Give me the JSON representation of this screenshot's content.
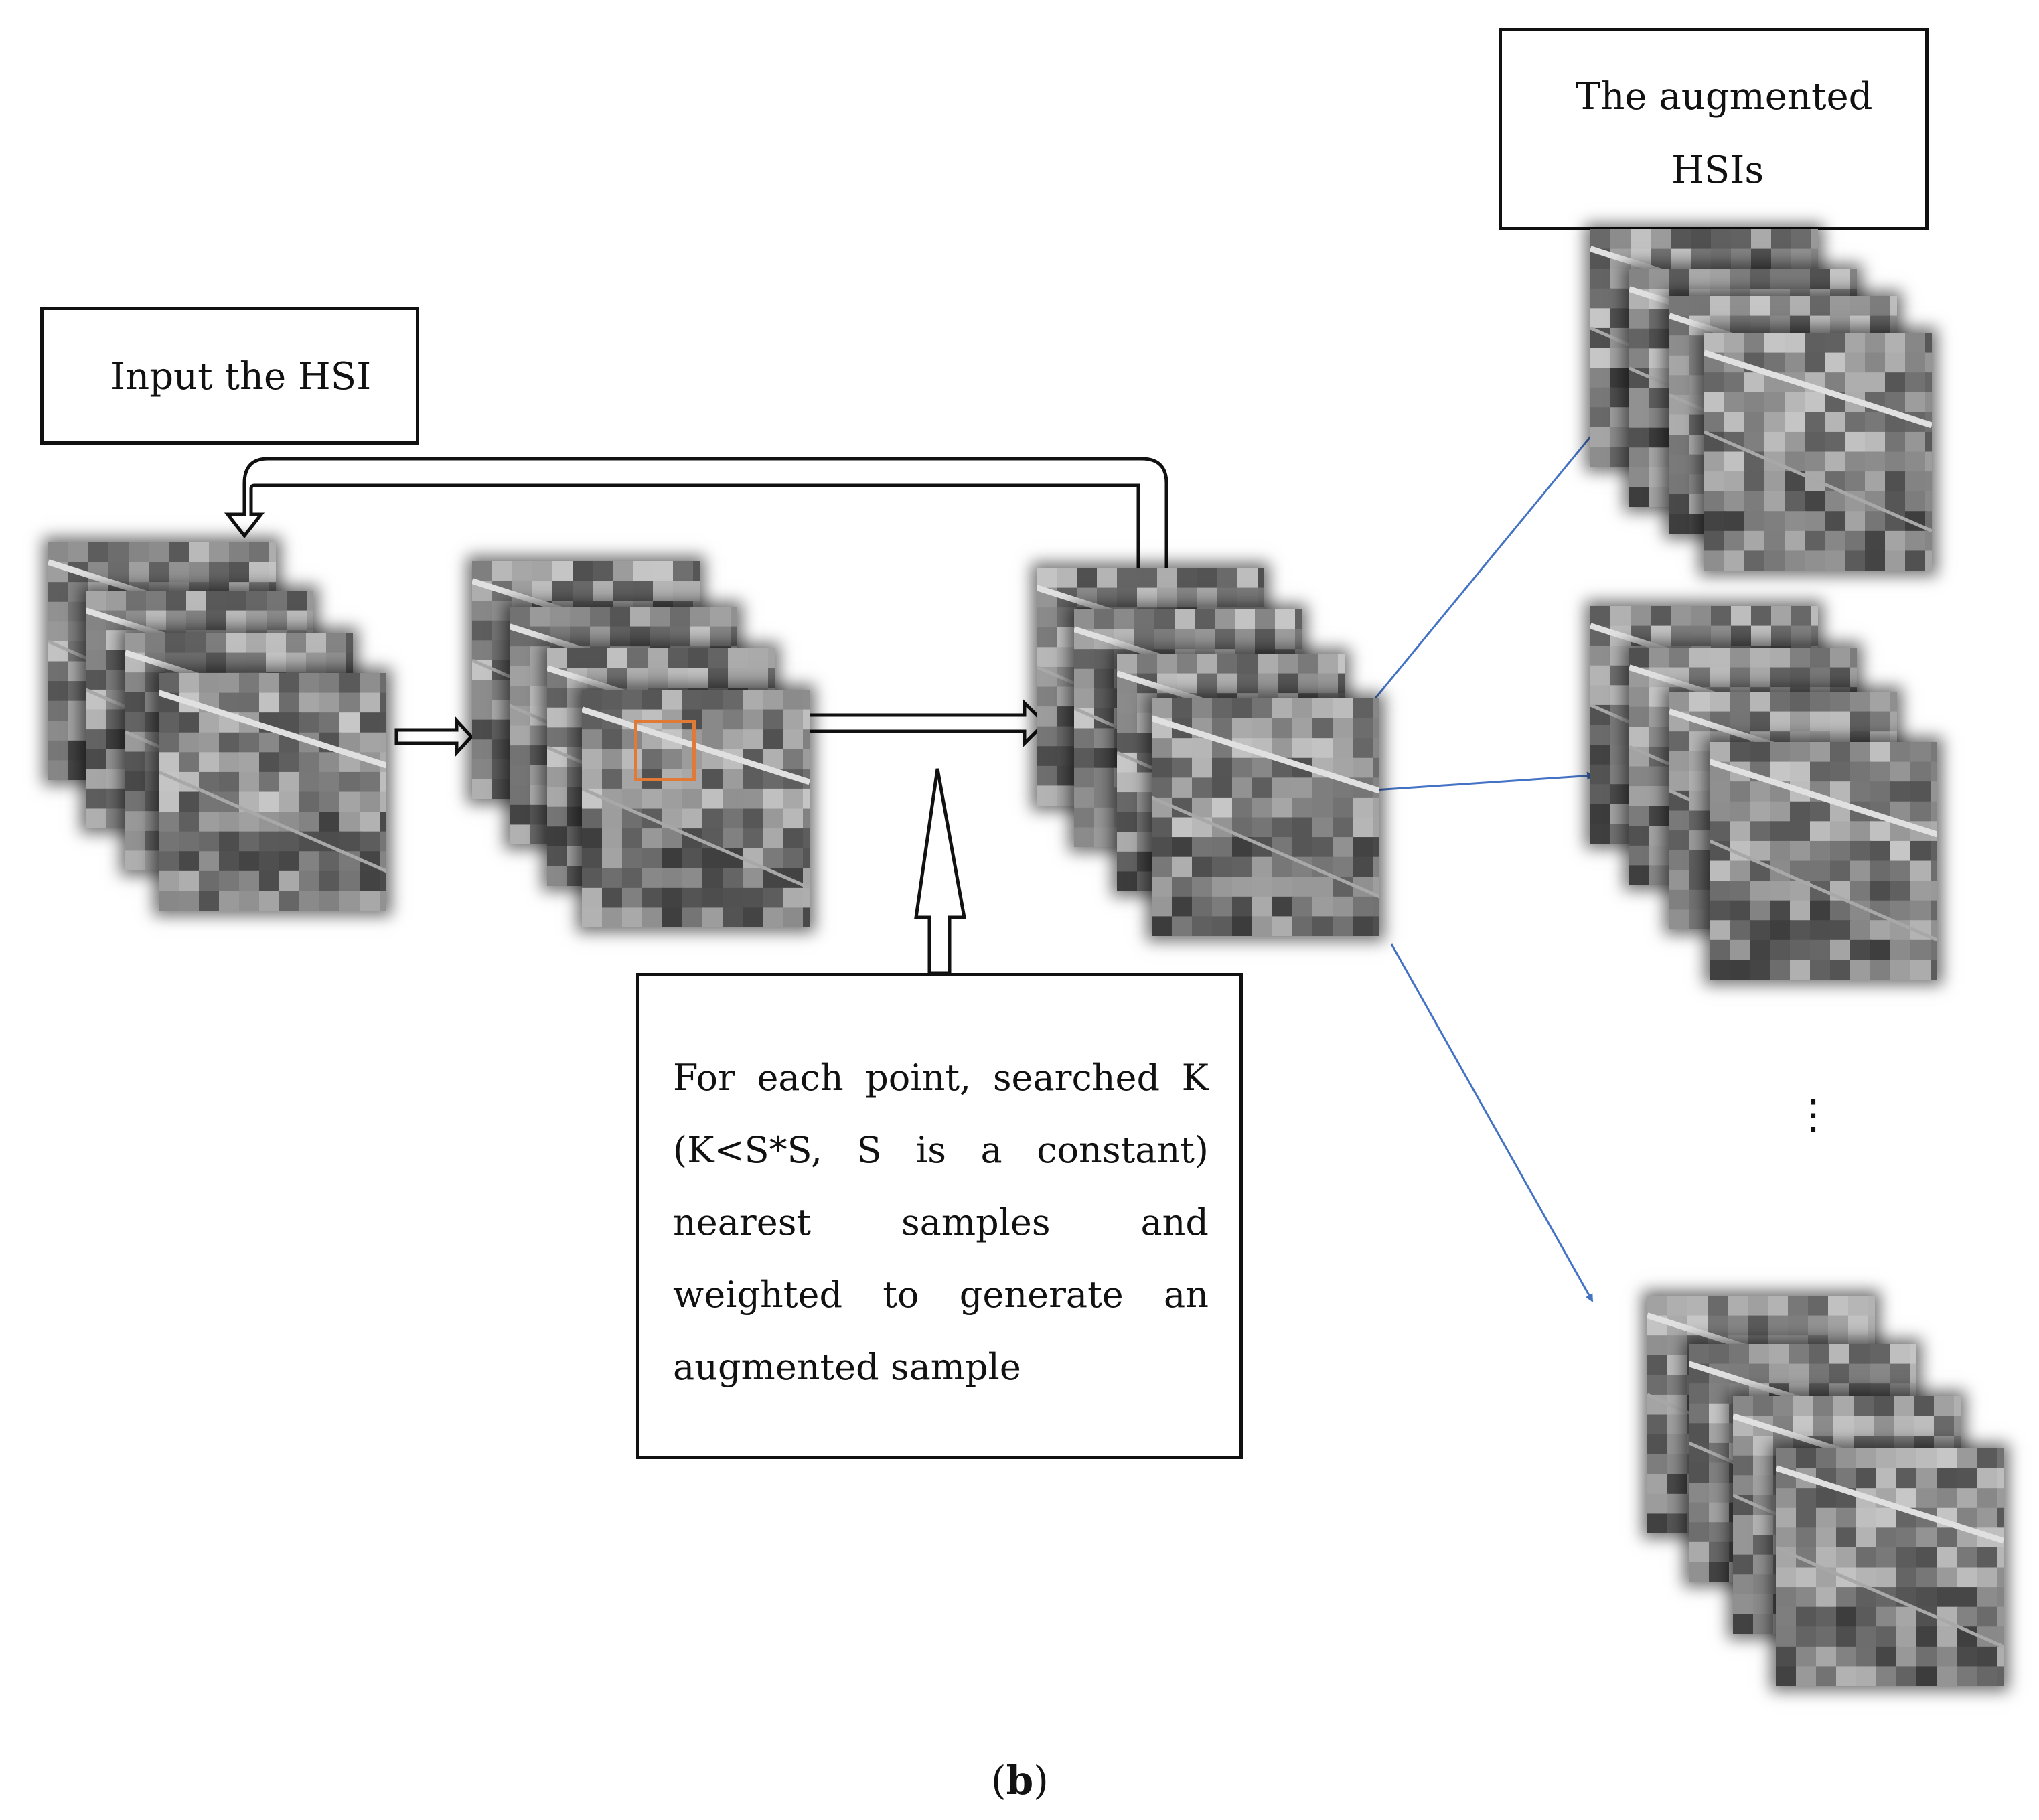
{
  "labels": {
    "input_box": "Input the HSI",
    "output_box_line1": "The augmented",
    "output_box_line2": "HSIs",
    "process_text": "For each point, searched K (K<S*S, S is a constant) nearest samples and weighted to generate an augmented sample",
    "ellipsis": "⋮",
    "caption_open": "(",
    "caption_letter": "b",
    "caption_close": ")"
  },
  "colors": {
    "box_border": "#111111",
    "blue_arrow": "#4472c4",
    "selection_box": "#e07a36",
    "image_dark": "#3c3c3c",
    "image_light": "#bdbdbd"
  },
  "image_stacks": [
    {
      "name": "input-hsi-stack",
      "layers": 4
    },
    {
      "name": "patch-hsi-stack",
      "layers": 4
    },
    {
      "name": "augmented-source-stack",
      "layers": 4
    },
    {
      "name": "augmented-output-stack-1",
      "layers": 4
    },
    {
      "name": "augmented-output-stack-2",
      "layers": 4
    },
    {
      "name": "augmented-output-stack-3",
      "layers": 4
    }
  ]
}
